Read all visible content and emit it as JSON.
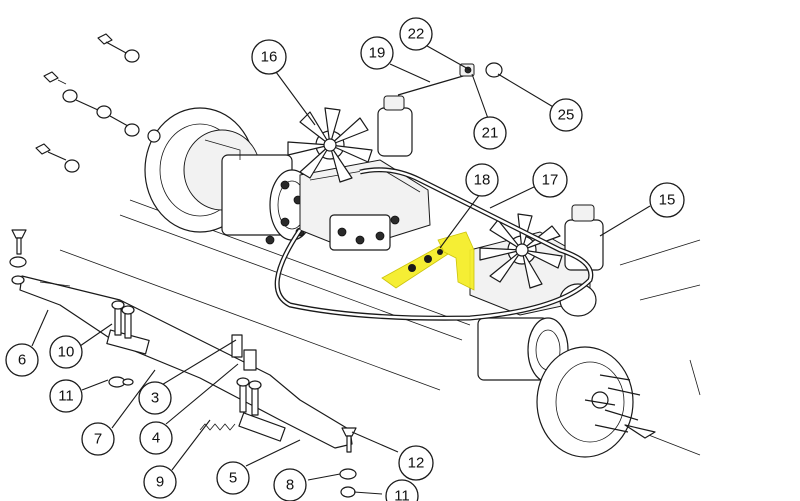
{
  "highlight_color": "#f5ee2a",
  "callouts": [
    {
      "id": "c22",
      "label": "22"
    },
    {
      "id": "c19",
      "label": "19"
    },
    {
      "id": "c16",
      "label": "16"
    },
    {
      "id": "c25",
      "label": "25"
    },
    {
      "id": "c21",
      "label": "21"
    },
    {
      "id": "c18",
      "label": "18"
    },
    {
      "id": "c17",
      "label": "17"
    },
    {
      "id": "c15",
      "label": "15"
    },
    {
      "id": "c6",
      "label": "6"
    },
    {
      "id": "c10",
      "label": "10"
    },
    {
      "id": "c11a",
      "label": "11"
    },
    {
      "id": "c3",
      "label": "3"
    },
    {
      "id": "c7",
      "label": "7"
    },
    {
      "id": "c4",
      "label": "4"
    },
    {
      "id": "c9",
      "label": "9"
    },
    {
      "id": "c5",
      "label": "5"
    },
    {
      "id": "c12",
      "label": "12"
    },
    {
      "id": "c8",
      "label": "8"
    },
    {
      "id": "c11b",
      "label": "11"
    }
  ]
}
